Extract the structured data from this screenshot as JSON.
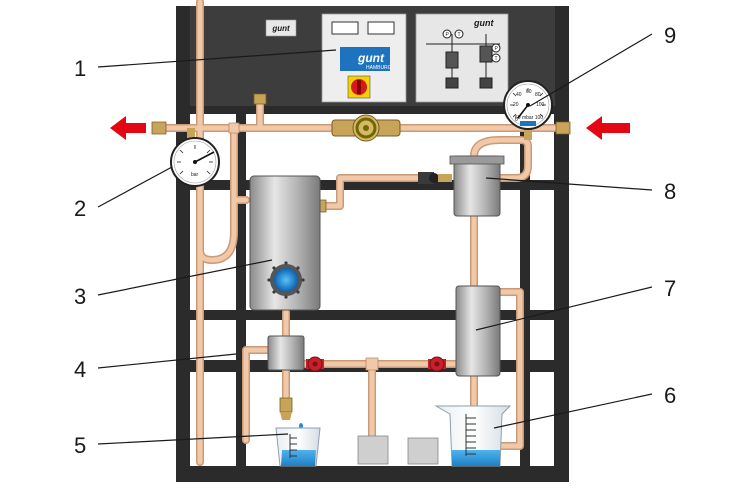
{
  "logo_text": "gunt",
  "logo_subtext": "HAMBURG",
  "gauge_scale": [
    "0",
    "20",
    "40",
    "60",
    "80",
    "100"
  ],
  "gauge_unit": "bar",
  "gauge9_bottom_label": "60 mbar 100",
  "schematic_labels": [
    "P",
    "T",
    "P",
    "T"
  ],
  "callouts": [
    {
      "id": "1",
      "label": "1"
    },
    {
      "id": "2",
      "label": "2"
    },
    {
      "id": "3",
      "label": "3"
    },
    {
      "id": "4",
      "label": "4"
    },
    {
      "id": "5",
      "label": "5"
    },
    {
      "id": "6",
      "label": "6"
    },
    {
      "id": "7",
      "label": "7"
    },
    {
      "id": "8",
      "label": "8"
    },
    {
      "id": "9",
      "label": "9"
    }
  ],
  "colors": {
    "frame": "#2b2b2b",
    "panel": "#3d3d3d",
    "pipe": "#f2c9a8",
    "pipe_edge": "#c99a78",
    "vessel": "#b5b5b5",
    "arrow": "#e30613",
    "water": "#1e8fd6",
    "brass": "#c8a45a",
    "valve_red": "#c8202a"
  }
}
